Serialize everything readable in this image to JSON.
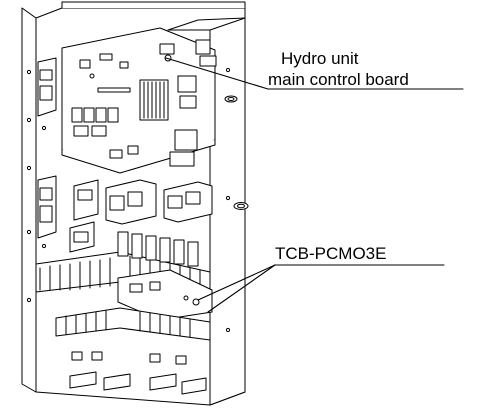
{
  "callouts": {
    "hydro_unit_line1": "Hydro unit",
    "hydro_unit_line2": "main control board",
    "tcb": "TCB-PCMO3E"
  },
  "colors": {
    "ink": "#000000",
    "paper": "#ffffff"
  }
}
